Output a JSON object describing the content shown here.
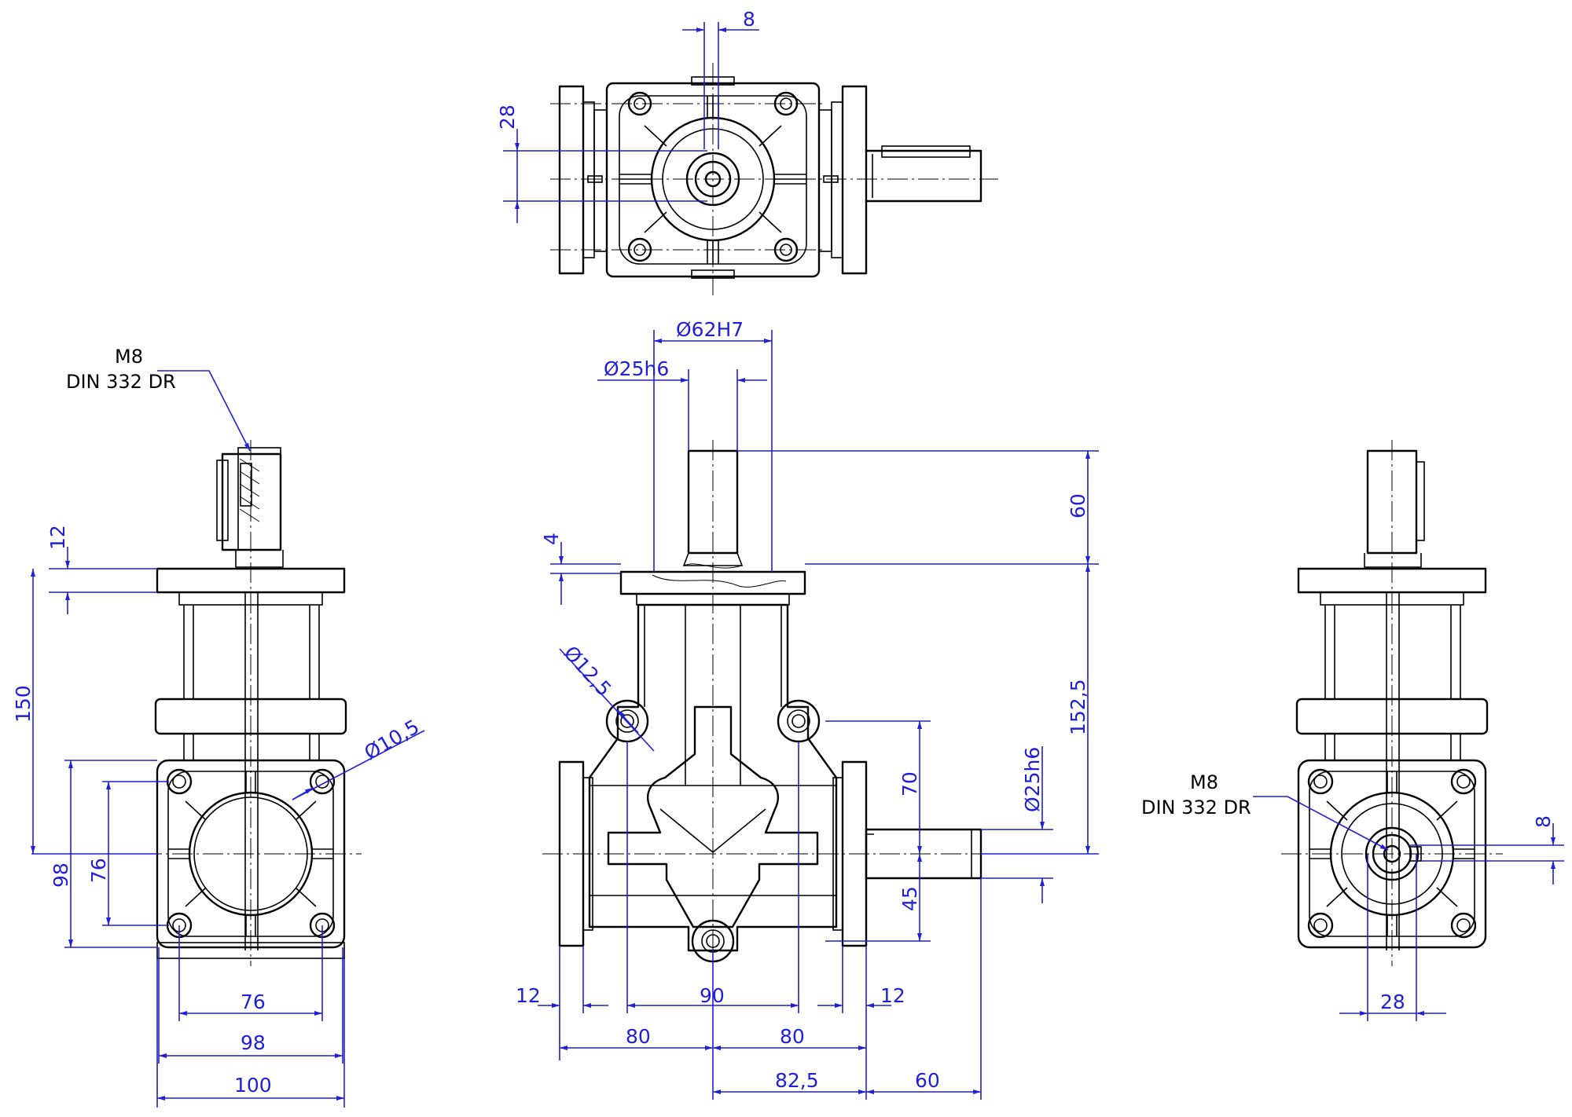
{
  "drawing": {
    "dim_colour": "#1f1fd6",
    "line_colour": "#000000"
  },
  "top_view": {
    "dim_key_offset": "8",
    "dim_shaft_height": "28"
  },
  "left_view": {
    "thread_label_line1": "M8",
    "thread_label_line2": "DIN 332 DR",
    "dim_flange_thickness": "12",
    "dim_height": "150",
    "dim_hole_dia": "Ø10,5",
    "dim_outer_98": "98",
    "dim_hole_76": "76",
    "dim_bottom_76": "76",
    "dim_bottom_98": "98",
    "dim_bottom_100": "100"
  },
  "front_view": {
    "dim_bore": "Ø62H7",
    "dim_shaft_top": "Ø25h6",
    "dim_shaft_len": "60",
    "dim_spigot": "4",
    "dim_mount_hole": "Ø12,5",
    "dim_height": "152,5",
    "dim_shaft_right": "Ø25h6",
    "dim_hole_70": "70",
    "dim_hole_45": "45",
    "dim_flange_left": "12",
    "dim_hole_90": "90",
    "dim_flange_right": "12",
    "dim_half_left": "80",
    "dim_half_right": "80",
    "dim_shaft_pos": "82,5",
    "dim_shaft_len_right": "60"
  },
  "right_view": {
    "thread_label_line1": "M8",
    "thread_label_line2": "DIN 332 DR",
    "dim_key": "8",
    "dim_bottom_28": "28"
  }
}
